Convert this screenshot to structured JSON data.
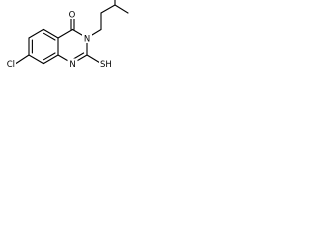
{
  "molecule": {
    "atoms": {
      "oxygen": "O",
      "nitrogen_3": "N",
      "nitrogen_1": "N",
      "thiol": "SH",
      "chlorine": "Cl"
    }
  }
}
